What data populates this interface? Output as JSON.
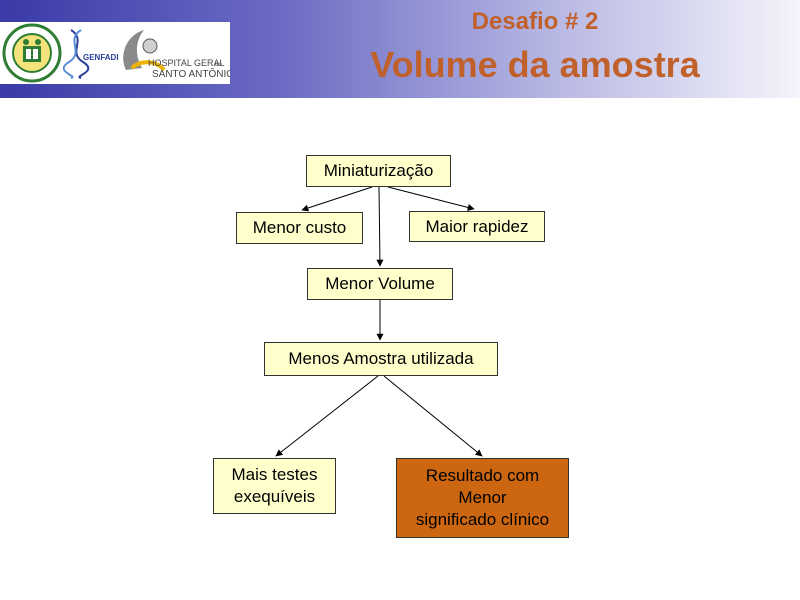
{
  "header": {
    "subtitle": "Desafio # 2",
    "title": "Volume da amostra",
    "logos": {
      "genfadi_text": "GENFADI",
      "hospital_line1": "HOSPITAL GERAL",
      "hospital_line1_suffix": "do",
      "hospital_line2": "SANTO ANTÔNIO"
    }
  },
  "diagram": {
    "nodes": {
      "miniaturizacao": "Miniaturização",
      "menor_custo": "Menor custo",
      "maior_rapidez": "Maior rapidez",
      "menor_volume": "Menor Volume",
      "menos_amostra": "Menos Amostra utilizada",
      "mais_testes_l1": "Mais testes",
      "mais_testes_l2": "exequíveis",
      "resultado_l1": "Resultado com",
      "resultado_l2": "Menor",
      "resultado_l3": "significado clínico"
    },
    "colors": {
      "box_fill": "#ffffcc",
      "highlight_fill": "#cc6611",
      "title_color": "#c0602a"
    }
  }
}
